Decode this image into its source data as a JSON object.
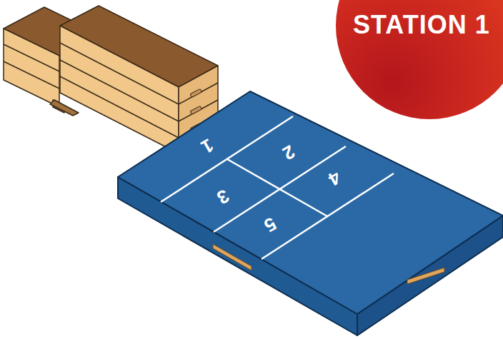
{
  "diagram": {
    "nodes": [
      {
        "text": [
          "STATION 1"
        ]
      }
    ],
    "labels": [
      "1",
      "2",
      "3",
      "4",
      "5"
    ]
  }
}
